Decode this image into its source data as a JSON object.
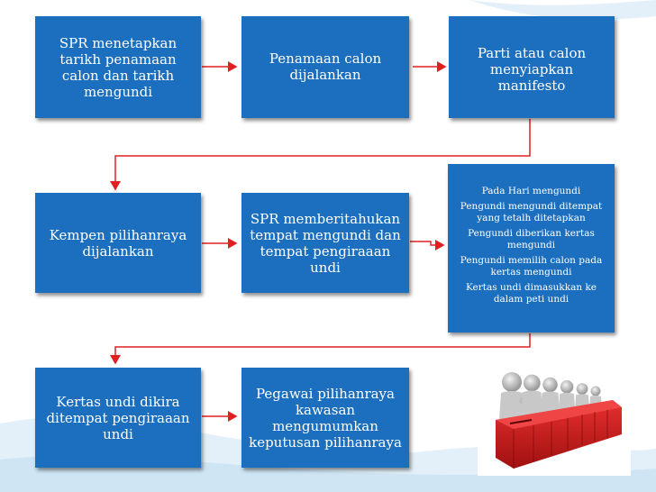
{
  "colors": {
    "box_fill": "#1b6fbe",
    "box_text": "#ffffff",
    "arrow": "#e02020",
    "ballot_box": "#d62020",
    "figure": "#bdbdbd",
    "background_wave": "#dcecf7"
  },
  "steps": [
    {
      "id": "step1",
      "text": "SPR menetapkan\ntarikh penamaan\ncalon dan tarikh\nmengundi"
    },
    {
      "id": "step2",
      "text": "Penamaan calon\ndijalankan"
    },
    {
      "id": "step3",
      "text": "Parti atau calon\nmenyiapkan\nmanifesto"
    },
    {
      "id": "step4",
      "text": "Kempen pilihanraya\ndijalankan"
    },
    {
      "id": "step5",
      "text": "SPR memberitahukan\ntempat mengundi dan\ntempat pengiraaan\nundi"
    },
    {
      "id": "step6",
      "items": [
        "Pada Hari mengundi",
        "Pengundi mengundi ditempat\nyang tetalh ditetapkan",
        "Pengundi diberikan kertas\nmengundi",
        "Pengundi memilih calon pada\nkertas mengundi",
        "Kertas undi dimasukkan ke\ndalam peti undi"
      ]
    },
    {
      "id": "step7",
      "text": "Kertas undi dikira\nditempat pengiraaan\nundi"
    },
    {
      "id": "step8",
      "text": "Pegawai pilihanraya\nkawasan\nmengumumkan\nkeputusan pilihanraya"
    }
  ],
  "illustration": {
    "icon": "voting-people-ballot-box-icon"
  }
}
